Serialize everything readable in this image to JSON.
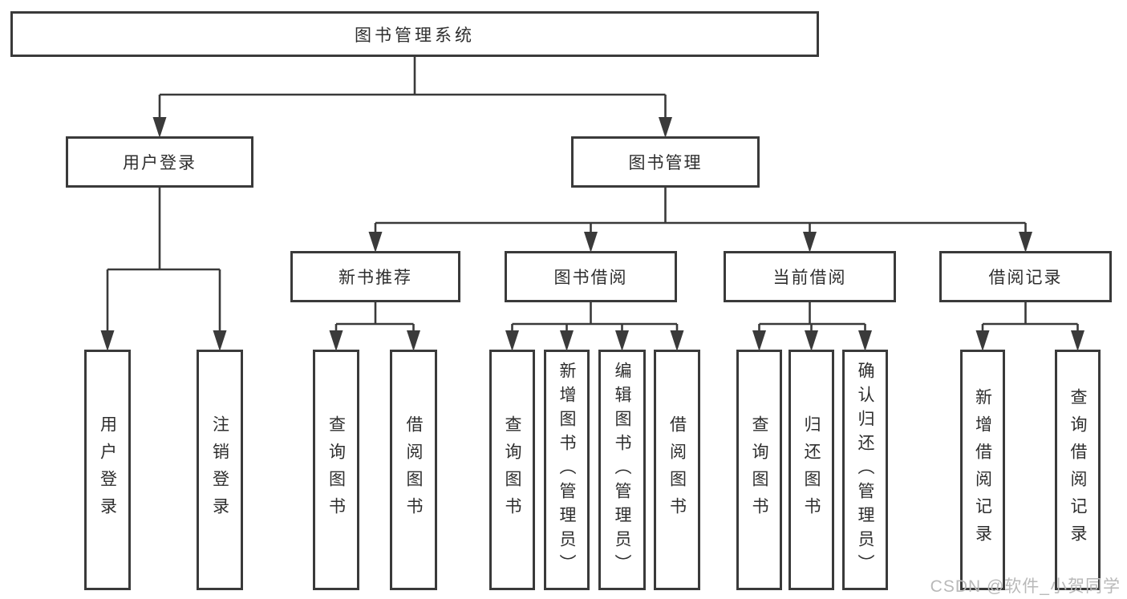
{
  "title": "图书管理系统",
  "watermark": "CSDN @软件_小贺同学",
  "colors": {
    "line": "#3a3a3a",
    "text": "#2e2e2e",
    "background": "#ffffff",
    "watermark": "#b9b9b9"
  },
  "tree": {
    "root": {
      "label": "图书管理系统",
      "children": [
        {
          "label": "用户登录",
          "children": [
            {
              "label": "用户登录"
            },
            {
              "label": "注销登录"
            }
          ]
        },
        {
          "label": "图书管理",
          "children": [
            {
              "label": "新书推荐",
              "children": [
                {
                  "label": "查询图书"
                },
                {
                  "label": "借阅图书"
                }
              ]
            },
            {
              "label": "图书借阅",
              "children": [
                {
                  "label": "查询图书"
                },
                {
                  "label": "新增图书（管理员）"
                },
                {
                  "label": "编辑图书（管理员）"
                },
                {
                  "label": "借阅图书"
                }
              ]
            },
            {
              "label": "当前借阅",
              "children": [
                {
                  "label": "查询图书"
                },
                {
                  "label": "归还图书"
                },
                {
                  "label": "确认归还（管理员）"
                }
              ]
            },
            {
              "label": "借阅记录",
              "children": [
                {
                  "label": "新增借阅记录"
                },
                {
                  "label": "查询借阅记录"
                }
              ]
            }
          ]
        }
      ]
    }
  }
}
